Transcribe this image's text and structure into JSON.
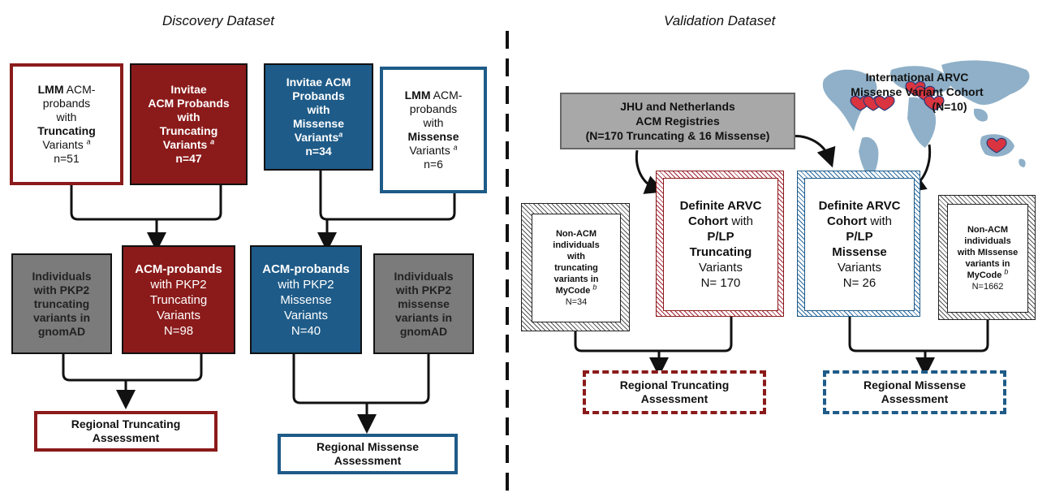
{
  "titles": {
    "discovery": "Discovery Dataset",
    "validation": "Validation Dataset"
  },
  "discovery": {
    "lmm_truncating": {
      "bold1": "LMM",
      "t1": " ACM-",
      "t2": "probands",
      "t3": "with",
      "bold2": "Truncating",
      "t4": "Variants",
      "sup": "a",
      "n": "n=51"
    },
    "invitae_truncating": {
      "l1": "Invitae",
      "l2": "ACM Probands",
      "l3": "with",
      "l4": "Truncating",
      "l5": "Variants",
      "sup": "a",
      "n": "n=47"
    },
    "invitae_missense": {
      "l1": "Invitae ACM",
      "l2": "Probands",
      "l3": "with",
      "l4": "Missense",
      "l5": "Variants",
      "sup": "a",
      "n": "n=34"
    },
    "lmm_missense": {
      "bold1": "LMM",
      "t1": " ACM-",
      "t2": "probands",
      "t3": "with",
      "bold2": "Missense",
      "t4": "Variants",
      "sup": "a",
      "n": "n=6"
    },
    "gnomad_truncating": {
      "l1": "Individuals",
      "l2": "with PKP2",
      "l3": "truncating",
      "l4": "variants in",
      "l5": "gnomAD"
    },
    "acm_truncating": {
      "l1": "ACM-probands",
      "l2": "with PKP2",
      "l3": "Truncating",
      "l4": "Variants",
      "l5": "N=98"
    },
    "acm_missense": {
      "l1": "ACM-probands",
      "l2": "with PKP2",
      "l3": "Missense",
      "l4": "Variants",
      "l5": "N=40"
    },
    "gnomad_missense": {
      "l1": "Individuals",
      "l2": "with PKP2",
      "l3": "missense",
      "l4": "variants in",
      "l5": "gnomAD"
    },
    "regional_truncating": {
      "l1": "Regional Truncating",
      "l2": "Assessment"
    },
    "regional_missense": {
      "l1": "Regional Missense",
      "l2": "Assessment"
    }
  },
  "validation": {
    "international": {
      "l1": "International ARVC",
      "l2": "Missense Variant Cohort",
      "l3": "(N=10)"
    },
    "registries": {
      "l1": "JHU and Netherlands",
      "l2": "ACM Registries",
      "l3": "(N=170 Truncating & 16 Missense)"
    },
    "nonacm_truncating": {
      "l1": "Non-ACM",
      "l2": "individuals",
      "l3": "with",
      "l4": "truncating",
      "l5": "variants in",
      "l6": "MyCode",
      "sup": "b",
      "n": "N=34"
    },
    "definite_truncating": {
      "l1": "Definite ARVC",
      "l2a": "Cohort",
      "l2b": " with",
      "l3": "P/LP",
      "l4": "Truncating",
      "l5": "Variants",
      "l6": "N= 170"
    },
    "definite_missense": {
      "l1": "Definite ARVC",
      "l2a": "Cohort",
      "l2b": " with",
      "l3": "P/LP",
      "l4": "Missense",
      "l5": "Variants",
      "l6": "N= 26"
    },
    "nonacm_missense": {
      "l1": "Non-ACM",
      "l2": "individuals",
      "l3": "with MIssense",
      "l4": "variants in",
      "l5": "MyCode",
      "sup": "b",
      "n": "N=1662"
    },
    "regional_truncating": {
      "l1": "Regional Truncating",
      "l2": "Assessment"
    },
    "regional_missense": {
      "l1": "Regional Missense",
      "l2": "Assessment"
    }
  },
  "colors": {
    "red": "#8b1a1a",
    "blue": "#1e5b88",
    "gray": "#7b7b7b",
    "map": "#8fb0c8",
    "heart": "#d9343f"
  }
}
